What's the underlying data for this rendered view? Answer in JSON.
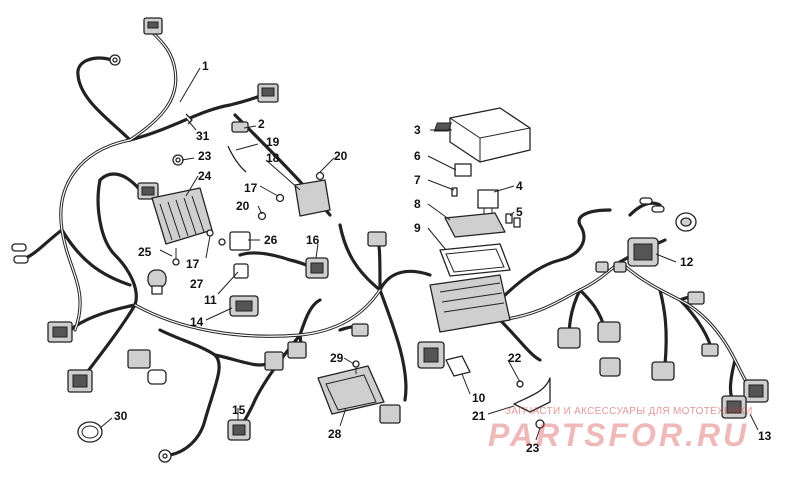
{
  "callouts": [
    {
      "id": "c1",
      "label": "1"
    },
    {
      "id": "c2",
      "label": "2"
    },
    {
      "id": "c3",
      "label": "3"
    },
    {
      "id": "c4",
      "label": "4"
    },
    {
      "id": "c5",
      "label": "5"
    },
    {
      "id": "c6",
      "label": "6"
    },
    {
      "id": "c7",
      "label": "7"
    },
    {
      "id": "c8",
      "label": "8"
    },
    {
      "id": "c9",
      "label": "9"
    },
    {
      "id": "c10",
      "label": "10"
    },
    {
      "id": "c11",
      "label": "11"
    },
    {
      "id": "c12",
      "label": "12"
    },
    {
      "id": "c13",
      "label": "13"
    },
    {
      "id": "c14",
      "label": "14"
    },
    {
      "id": "c15",
      "label": "15"
    },
    {
      "id": "c16",
      "label": "16"
    },
    {
      "id": "c17a",
      "label": "17"
    },
    {
      "id": "c17b",
      "label": "17"
    },
    {
      "id": "c18",
      "label": "18"
    },
    {
      "id": "c19",
      "label": "19"
    },
    {
      "id": "c20a",
      "label": "20"
    },
    {
      "id": "c20b",
      "label": "20"
    },
    {
      "id": "c21",
      "label": "21"
    },
    {
      "id": "c22",
      "label": "22"
    },
    {
      "id": "c23a",
      "label": "23"
    },
    {
      "id": "c23b",
      "label": "23"
    },
    {
      "id": "c24",
      "label": "24"
    },
    {
      "id": "c25",
      "label": "25"
    },
    {
      "id": "c26",
      "label": "26"
    },
    {
      "id": "c27",
      "label": "27"
    },
    {
      "id": "c28",
      "label": "28"
    },
    {
      "id": "c29",
      "label": "29"
    },
    {
      "id": "c30",
      "label": "30"
    },
    {
      "id": "c31",
      "label": "31"
    }
  ],
  "watermark": {
    "text": "ЗАПЧАСТИ И АКСЕССУАРЫ ДЛЯ МОТОТЕХНИКИ",
    "logo": "PARTSFOR.RU"
  }
}
